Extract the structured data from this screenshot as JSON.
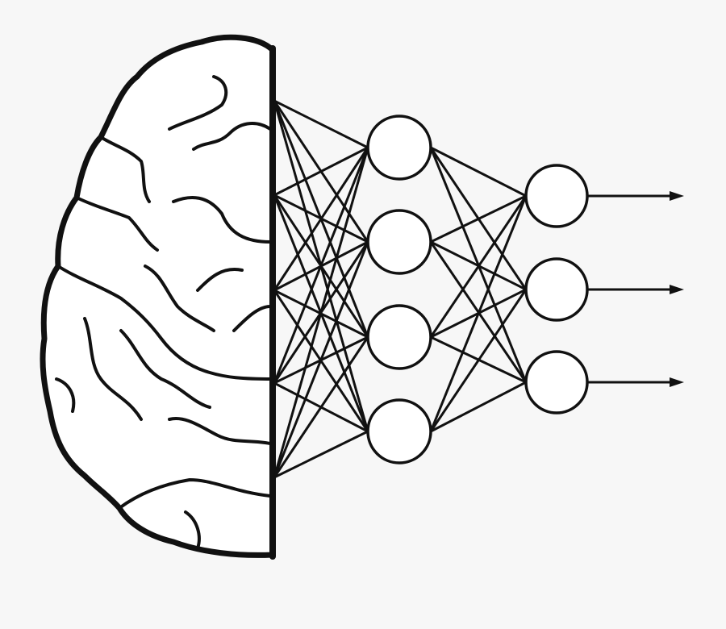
{
  "illustration": {
    "subject": "brain-neural-network",
    "background_color": "#f7f7f7",
    "stroke_color": "#111111",
    "network": {
      "input_points": 5,
      "hidden_nodes": 4,
      "output_nodes": 3,
      "output_arrows": 3
    }
  }
}
